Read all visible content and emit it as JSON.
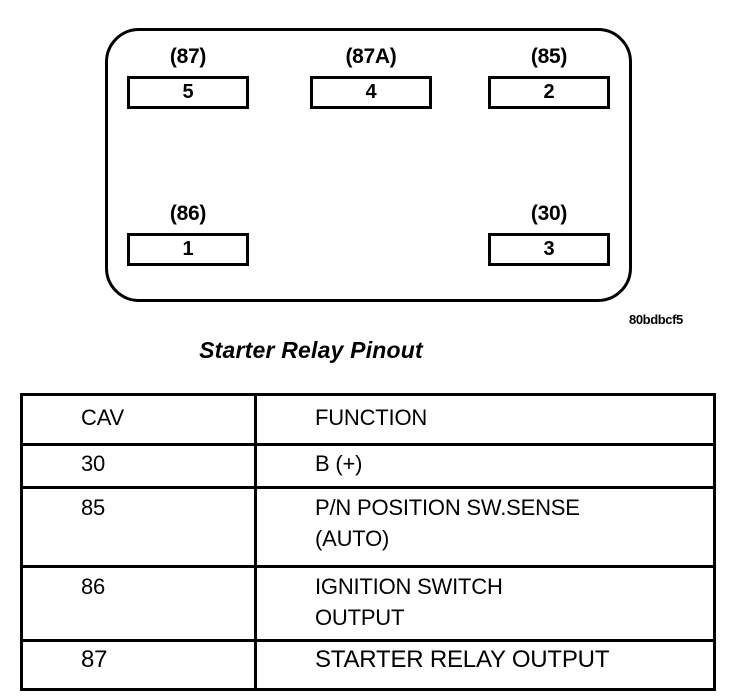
{
  "diagram": {
    "figure_id": "80bdbcf5",
    "caption": "Starter Relay Pinout",
    "terminals": [
      {
        "name": "87",
        "label": "(87)",
        "cavity": "5"
      },
      {
        "name": "87a",
        "label": "(87A)",
        "cavity": "4"
      },
      {
        "name": "85",
        "label": "(85)",
        "cavity": "2"
      },
      {
        "name": "86",
        "label": "(86)",
        "cavity": "1"
      },
      {
        "name": "30",
        "label": "(30)",
        "cavity": "3"
      }
    ]
  },
  "table": {
    "headers": {
      "cav": "CAV",
      "function": "FUNCTION"
    },
    "rows": [
      {
        "cav": "30",
        "function": "B (+)"
      },
      {
        "cav": "85",
        "function": "P/N POSITION SW.SENSE\n(AUTO)"
      },
      {
        "cav": "86",
        "function": "IGNITION SWITCH\nOUTPUT"
      },
      {
        "cav": "87",
        "function": "STARTER RELAY OUTPUT"
      }
    ]
  },
  "colors": {
    "ink": "#000000",
    "paper": "#ffffff"
  }
}
